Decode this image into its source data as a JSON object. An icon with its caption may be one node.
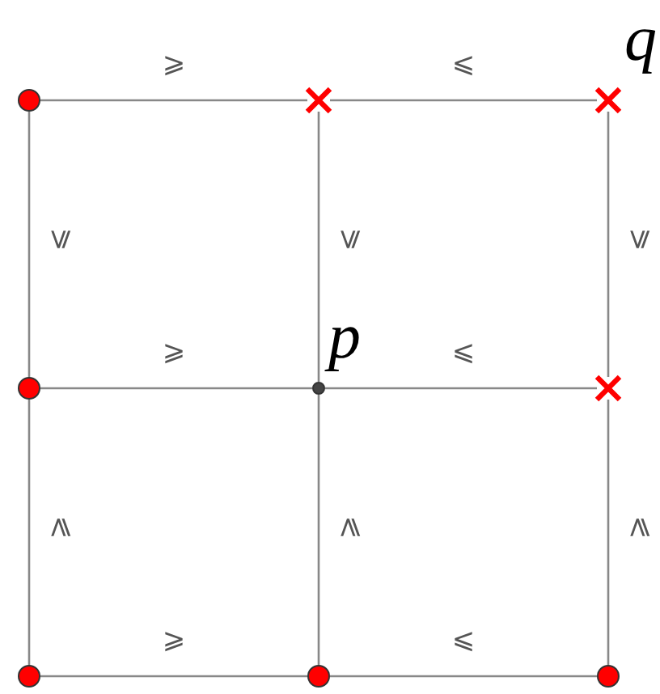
{
  "diagram": {
    "nodes": [
      {
        "text": [],
        "shape": "circle"
      },
      {
        "text": [],
        "shape": "cross"
      },
      {
        "text": [],
        "shape": "cross",
        "beside": [
          "q"
        ]
      },
      {
        "text": [],
        "shape": "circle"
      },
      {
        "text": [],
        "shape": "dot",
        "beside": [
          "p"
        ]
      },
      {
        "text": [],
        "shape": "cross"
      },
      {
        "text": [],
        "shape": "circle"
      },
      {
        "text": [],
        "shape": "circle"
      },
      {
        "text": [],
        "shape": "circle"
      }
    ],
    "edges": [
      {
        "from": 0,
        "to": 1,
        "arrow": "none",
        "label": "⩾"
      },
      {
        "from": 1,
        "to": 2,
        "arrow": "none",
        "label": "⩽"
      },
      {
        "from": 0,
        "to": 3,
        "arrow": "none",
        "label": "⩽"
      },
      {
        "from": 1,
        "to": 4,
        "arrow": "none",
        "label": "⩽"
      },
      {
        "from": 2,
        "to": 5,
        "arrow": "none",
        "label": "⩽"
      },
      {
        "from": 3,
        "to": 4,
        "arrow": "none",
        "label": "⩾"
      },
      {
        "from": 4,
        "to": 5,
        "arrow": "none",
        "label": "⩽"
      },
      {
        "from": 3,
        "to": 6,
        "arrow": "none",
        "label": "⩾"
      },
      {
        "from": 4,
        "to": 7,
        "arrow": "none",
        "label": "⩾"
      },
      {
        "from": 5,
        "to": 8,
        "arrow": "none",
        "label": "⩾"
      },
      {
        "from": 6,
        "to": 7,
        "arrow": "none",
        "label": "⩾"
      },
      {
        "from": 7,
        "to": 8,
        "arrow": "none",
        "label": "⩽"
      }
    ]
  }
}
